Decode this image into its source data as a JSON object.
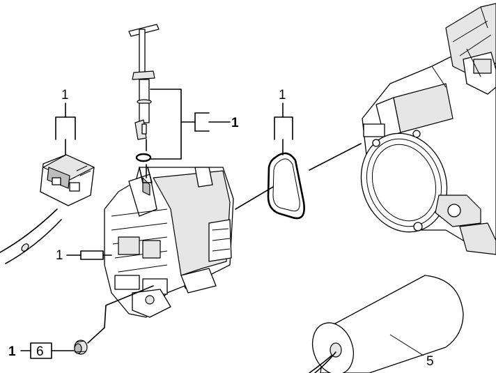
{
  "callouts": {
    "bracket_top": "1",
    "bracket_left": "1",
    "bracket_oring": "1",
    "housing": "1",
    "seal_prefix": "1",
    "seal_box": "6",
    "capacitor": "5"
  },
  "icons": [
    "float-switch-icon",
    "valve-stem-icon",
    "o-ring-icon",
    "pump-housing-icon",
    "motor-icon",
    "capacitor-icon",
    "seal-nut-icon",
    "hose-icon",
    "gasket-icon"
  ]
}
